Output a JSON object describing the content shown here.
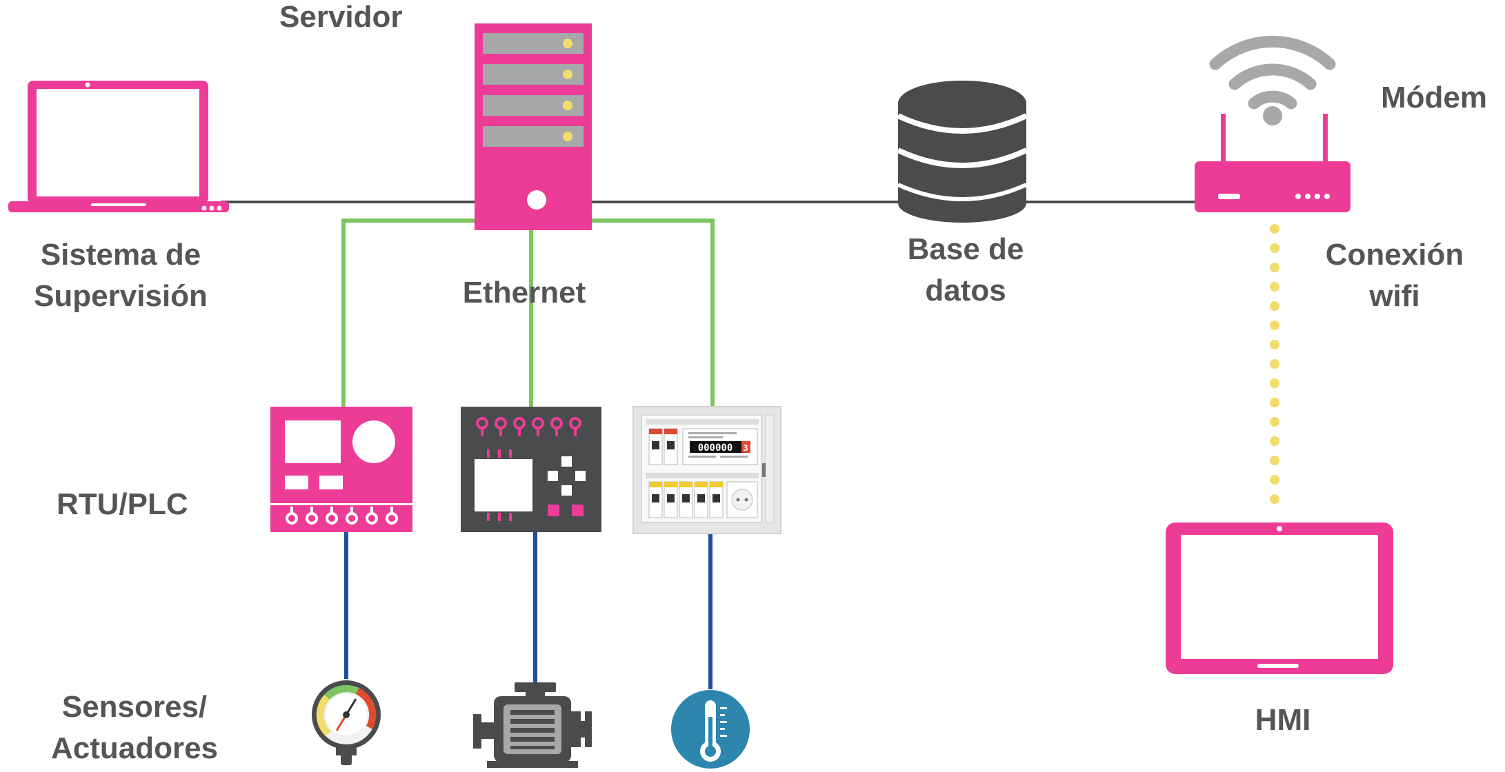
{
  "labels": {
    "servidor": "Servidor",
    "sistema_line1": "Sistema de",
    "sistema_line2": "Supervisión",
    "ethernet": "Ethernet",
    "base_line1": "Base de",
    "base_line2": "datos",
    "modem": "Módem",
    "conexion_line1": "Conexión",
    "conexion_line2": "wifi",
    "rtu_plc": "RTU/PLC",
    "sensores_line1": "Sensores/",
    "sensores_line2": "Actuadores",
    "hmi": "HMI"
  },
  "meter_digits": "000000",
  "meter_last_digit": "3",
  "colors": {
    "magenta": "#ec3c97",
    "dark_gray": "#4a4b4d",
    "mid_gray": "#a7a8aa",
    "ethernet_green": "#7cc560",
    "field_blue": "#1f4fa0",
    "wifi_yellow": "#f2dc6b",
    "label_gray": "#555555"
  },
  "icons": {
    "laptop": "laptop-icon",
    "server": "server-icon",
    "database": "database-icon",
    "modem": "modem-icon",
    "wifi": "wifi-icon",
    "rtu": "rtu-icon",
    "plc": "plc-icon",
    "panel": "electrical-panel-icon",
    "gauge": "pressure-gauge-icon",
    "motor": "motor-icon",
    "thermometer": "thermometer-icon",
    "tablet": "tablet-icon"
  }
}
